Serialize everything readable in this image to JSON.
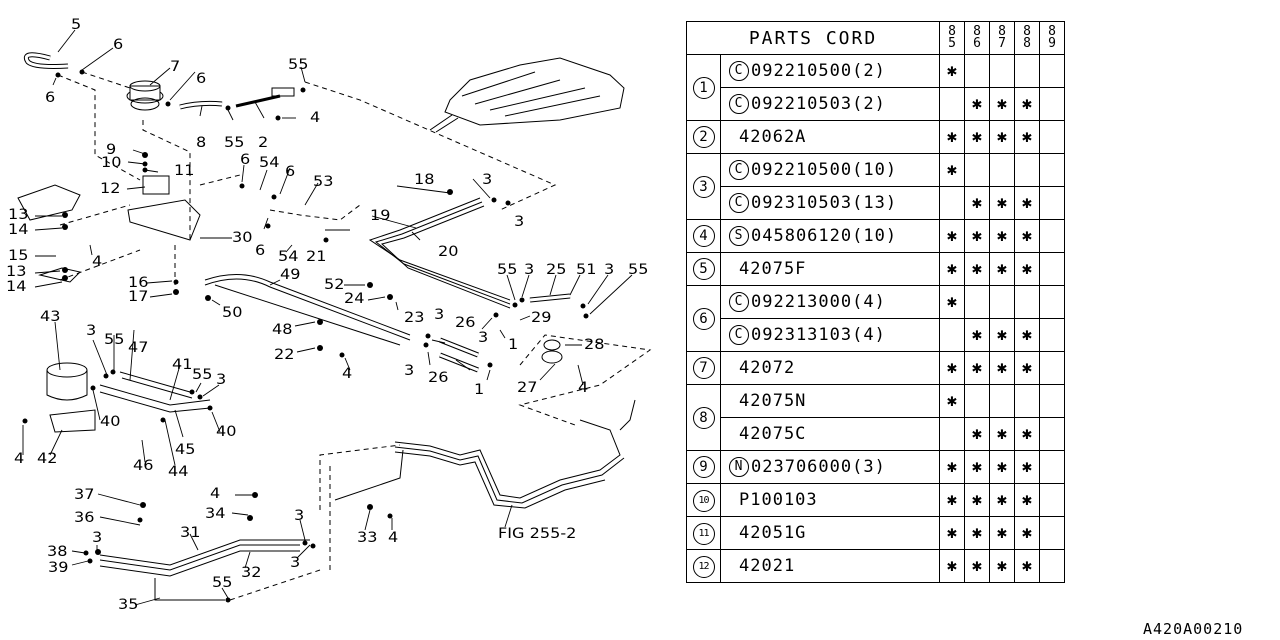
{
  "table": {
    "header": {
      "title": "PARTS CORD",
      "years": [
        "85",
        "86",
        "87",
        "88",
        "89"
      ]
    },
    "rows": [
      {
        "ref": "1",
        "prefix": "C",
        "code": "092210500(2)",
        "marks": [
          "*",
          "",
          "",
          "",
          ""
        ]
      },
      {
        "ref": "1",
        "prefix": "C",
        "code": "092210503(2)",
        "marks": [
          "",
          "*",
          "*",
          "*",
          ""
        ]
      },
      {
        "ref": "2",
        "prefix": "",
        "code": "42062A",
        "marks": [
          "*",
          "*",
          "*",
          "*",
          ""
        ]
      },
      {
        "ref": "3",
        "prefix": "C",
        "code": "092210500(10)",
        "marks": [
          "*",
          "",
          "",
          "",
          ""
        ]
      },
      {
        "ref": "3",
        "prefix": "C",
        "code": "092310503(13)",
        "marks": [
          "",
          "*",
          "*",
          "*",
          ""
        ]
      },
      {
        "ref": "4",
        "prefix": "S",
        "code": "045806120(10)",
        "marks": [
          "*",
          "*",
          "*",
          "*",
          ""
        ]
      },
      {
        "ref": "5",
        "prefix": "",
        "code": "42075F",
        "marks": [
          "*",
          "*",
          "*",
          "*",
          ""
        ]
      },
      {
        "ref": "6",
        "prefix": "C",
        "code": "092213000(4)",
        "marks": [
          "*",
          "",
          "",
          "",
          ""
        ]
      },
      {
        "ref": "6",
        "prefix": "C",
        "code": "092313103(4)",
        "marks": [
          "",
          "*",
          "*",
          "*",
          ""
        ]
      },
      {
        "ref": "7",
        "prefix": "",
        "code": "42072",
        "marks": [
          "*",
          "*",
          "*",
          "*",
          ""
        ]
      },
      {
        "ref": "8",
        "prefix": "",
        "code": "42075N",
        "marks": [
          "*",
          "",
          "",
          "",
          ""
        ]
      },
      {
        "ref": "8",
        "prefix": "",
        "code": "42075C",
        "marks": [
          "",
          "*",
          "*",
          "*",
          ""
        ]
      },
      {
        "ref": "9",
        "prefix": "N",
        "code": "023706000(3)",
        "marks": [
          "*",
          "*",
          "*",
          "*",
          ""
        ]
      },
      {
        "ref": "10",
        "prefix": "",
        "code": "P100103",
        "marks": [
          "*",
          "*",
          "*",
          "*",
          ""
        ]
      },
      {
        "ref": "11",
        "prefix": "",
        "code": "42051G",
        "marks": [
          "*",
          "*",
          "*",
          "*",
          ""
        ]
      },
      {
        "ref": "12",
        "prefix": "",
        "code": "42021",
        "marks": [
          "*",
          "*",
          "*",
          "*",
          ""
        ]
      }
    ]
  },
  "diagram": {
    "callouts": [
      "5",
      "6",
      "6",
      "7",
      "6",
      "55",
      "8",
      "55",
      "2",
      "4",
      "9",
      "10",
      "11",
      "12",
      "6",
      "54",
      "6",
      "53",
      "13",
      "14",
      "30",
      "15",
      "4",
      "13",
      "14",
      "16",
      "17",
      "6",
      "54",
      "21",
      "18",
      "3",
      "3",
      "19",
      "20",
      "49",
      "50",
      "52",
      "24",
      "23",
      "48",
      "22",
      "4",
      "55",
      "3",
      "25",
      "51",
      "3",
      "55",
      "29",
      "3",
      "1",
      "28",
      "3",
      "26",
      "3",
      "26",
      "1",
      "27",
      "4",
      "43",
      "3",
      "55",
      "47",
      "41",
      "55",
      "3",
      "40",
      "40",
      "45",
      "4",
      "42",
      "46",
      "44",
      "37",
      "4",
      "34",
      "36",
      "3",
      "31",
      "3",
      "38",
      "39",
      "32",
      "3",
      "33",
      "4",
      "55",
      "35"
    ],
    "figure_ref": "FIG 255-2"
  },
  "drawing_id": "A420A00210"
}
